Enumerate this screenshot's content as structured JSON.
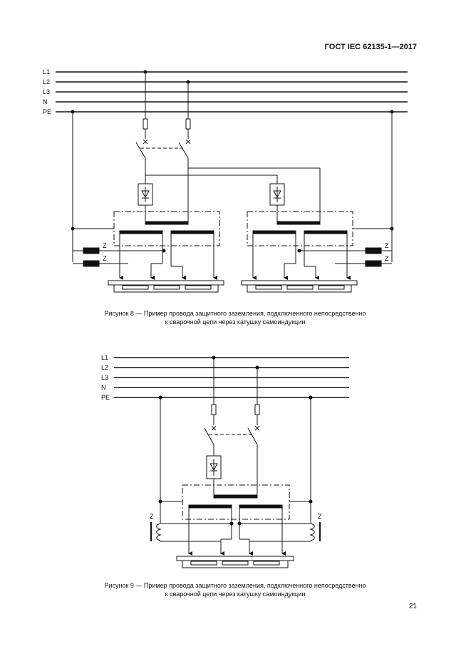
{
  "header": {
    "standard": "ГОСТ IEC 62135-1—2017"
  },
  "bus_labels": [
    "L1",
    "L2",
    "L3",
    "N",
    "PE"
  ],
  "impedance_label": "Z",
  "figure8": {
    "caption_line1": "Рисунок 8 — Пример провода защитного заземления, подключенного непосредственно",
    "caption_line2": "к сварочной цепи через катушку самоиндукции"
  },
  "figure9": {
    "caption_line1": "Рисунок 9 — Пример провода защитного заземления, подключенного непосредственно",
    "caption_line2": "к сварочной цепи через катушку самоиндукции"
  },
  "page": {
    "number": "21"
  }
}
